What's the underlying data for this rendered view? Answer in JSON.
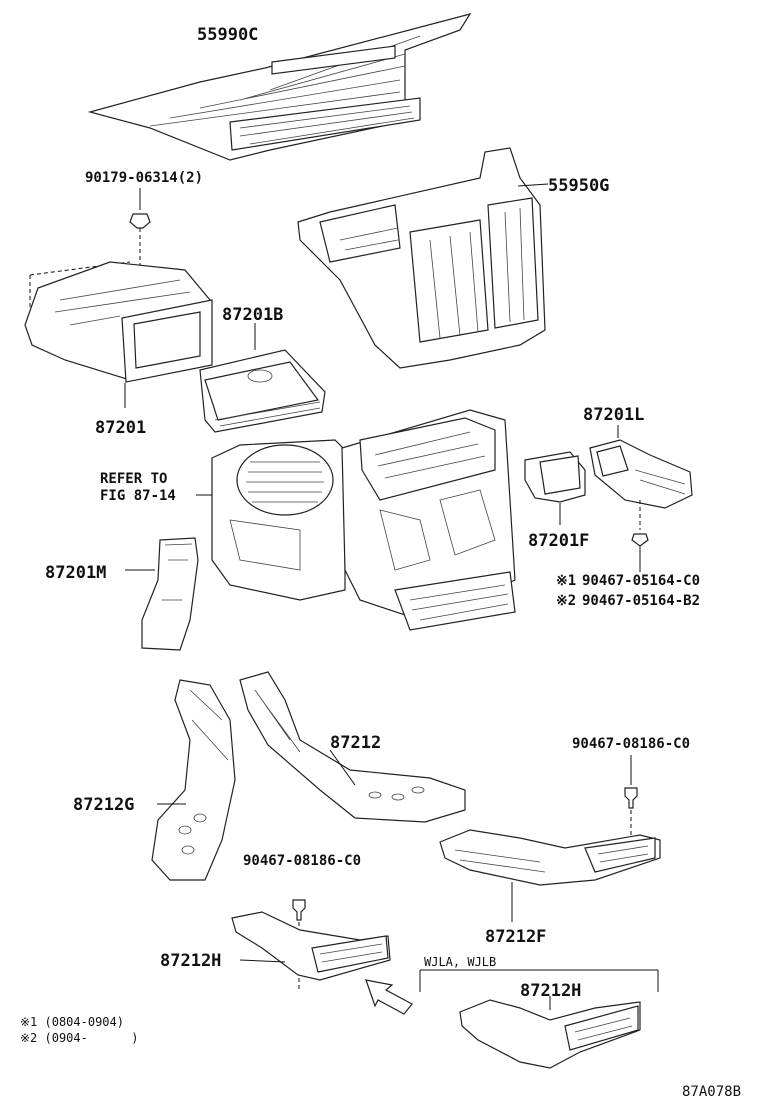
{
  "labels": {
    "p55990c": "55990C",
    "p90179": "90179-06314(2)",
    "p55950g": "55950G",
    "p87201": "87201",
    "p87201b": "87201B",
    "p87201l": "87201L",
    "refer1": "REFER TO",
    "refer2": "FIG 87-14",
    "p87201f": "87201F",
    "p87201m": "87201M",
    "note1_mark": "※1",
    "note1_part": "90467-05164-C0",
    "note2_mark": "※2",
    "note2_part": "90467-05164-B2",
    "p87212": "87212",
    "p90467_right": "90467-08186-C0",
    "p87212g": "87212G",
    "p90467_mid": "90467-08186-C0",
    "p87212f": "87212F",
    "p87212h_left": "87212H",
    "wjla": "WJLA, WJLB",
    "p87212h_right": "87212H",
    "footnote1": "※1 (0804-0904)",
    "footnote2": "※2 (0904-      )",
    "diagram_code": "87A078B"
  }
}
